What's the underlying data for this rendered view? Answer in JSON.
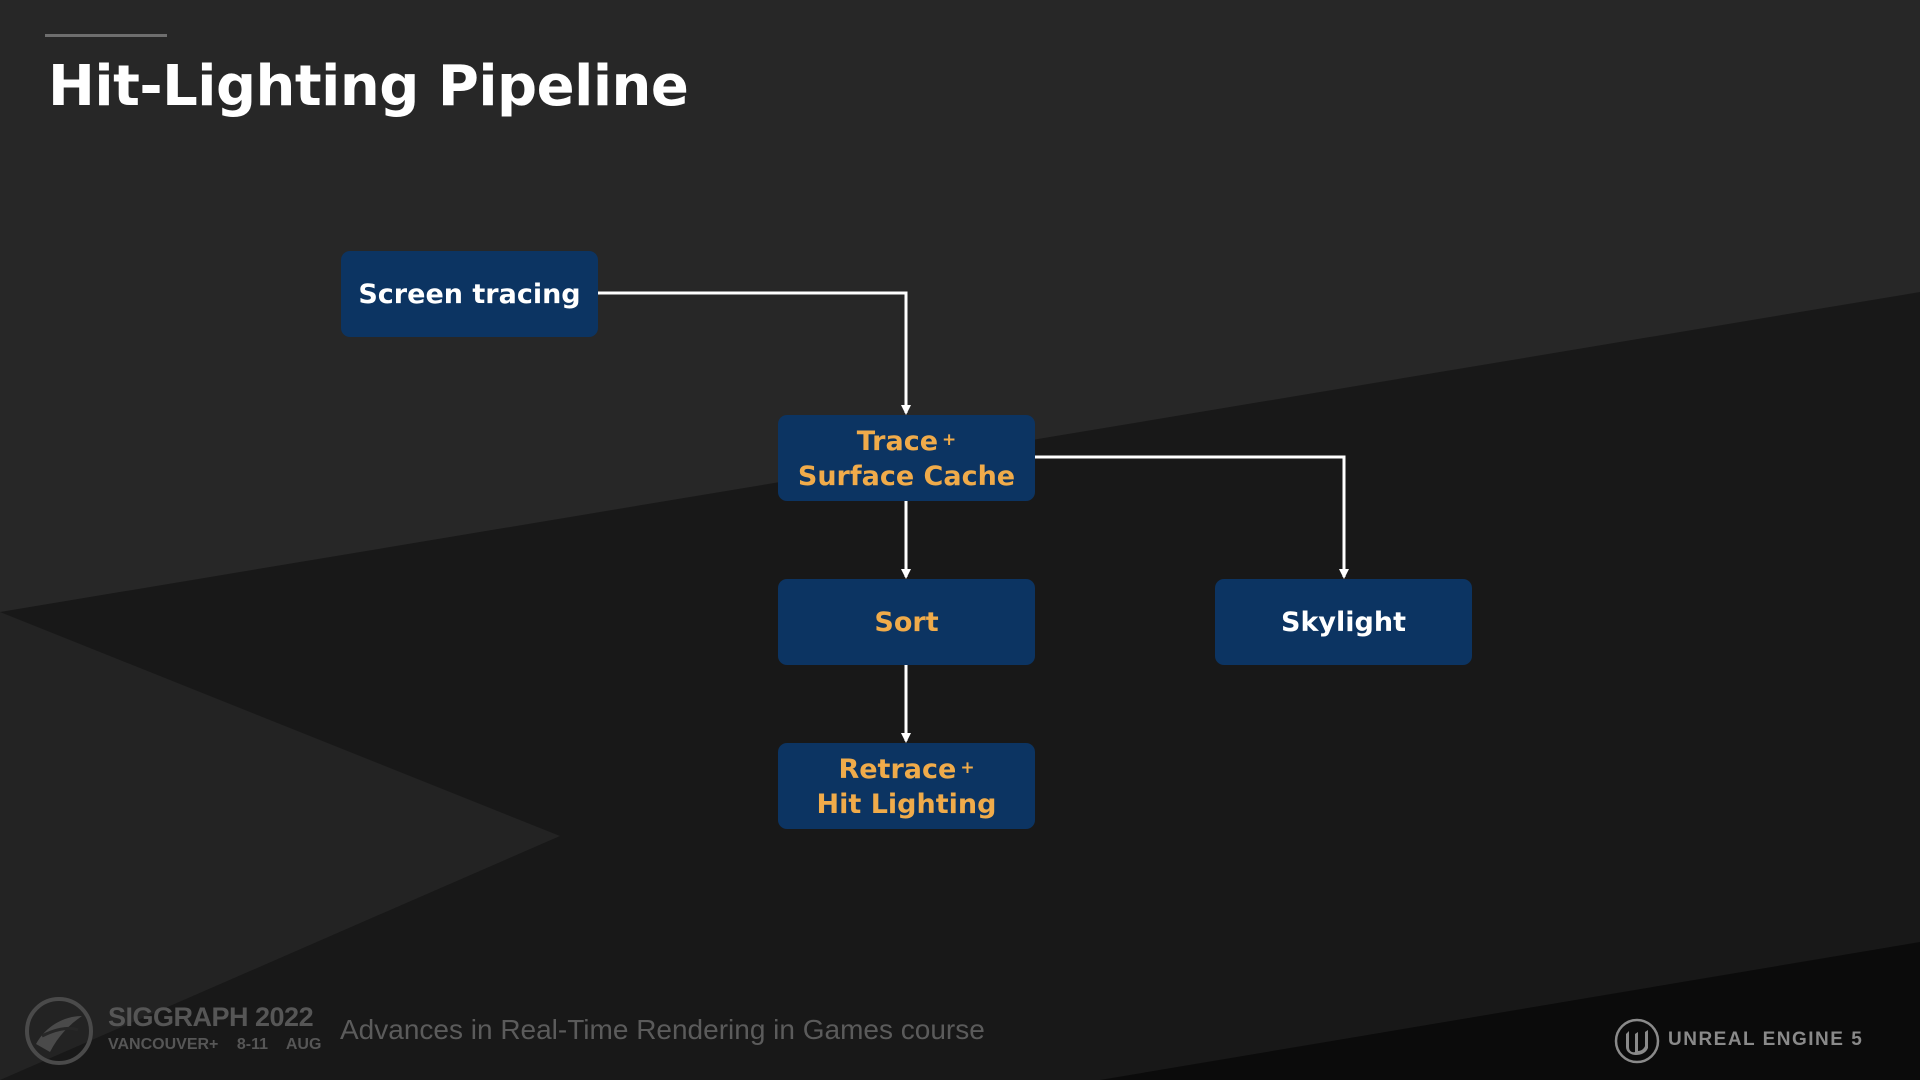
{
  "slide": {
    "title": "Hit-Lighting Pipeline"
  },
  "nodes": {
    "screen_tracing": {
      "label": "Screen tracing"
    },
    "trace": {
      "line1": "Trace",
      "plus": "+",
      "line2": "Surface Cache"
    },
    "sort": {
      "label": "Sort"
    },
    "retrace": {
      "line1": "Retrace",
      "plus": "+",
      "line2": "Hit Lighting"
    },
    "skylight": {
      "label": "Skylight"
    }
  },
  "edges": [
    {
      "from": "Screen tracing",
      "to": "Trace + Surface Cache"
    },
    {
      "from": "Trace + Surface Cache",
      "to": "Sort"
    },
    {
      "from": "Trace + Surface Cache",
      "to": "Skylight"
    },
    {
      "from": "Sort",
      "to": "Retrace + Hit Lighting"
    }
  ],
  "footer": {
    "event_name": "SIGGRAPH 2022",
    "event_location": "VANCOUVER+",
    "event_dates": "8-11 AUG",
    "course": "Advances in Real-Time Rendering in Games course",
    "engine": "UNREAL ENGINE 5"
  },
  "colors": {
    "background": "#272727",
    "node_fill": "#0c3462",
    "accent_text": "#f0ab4a",
    "connector": "#ffffff"
  }
}
